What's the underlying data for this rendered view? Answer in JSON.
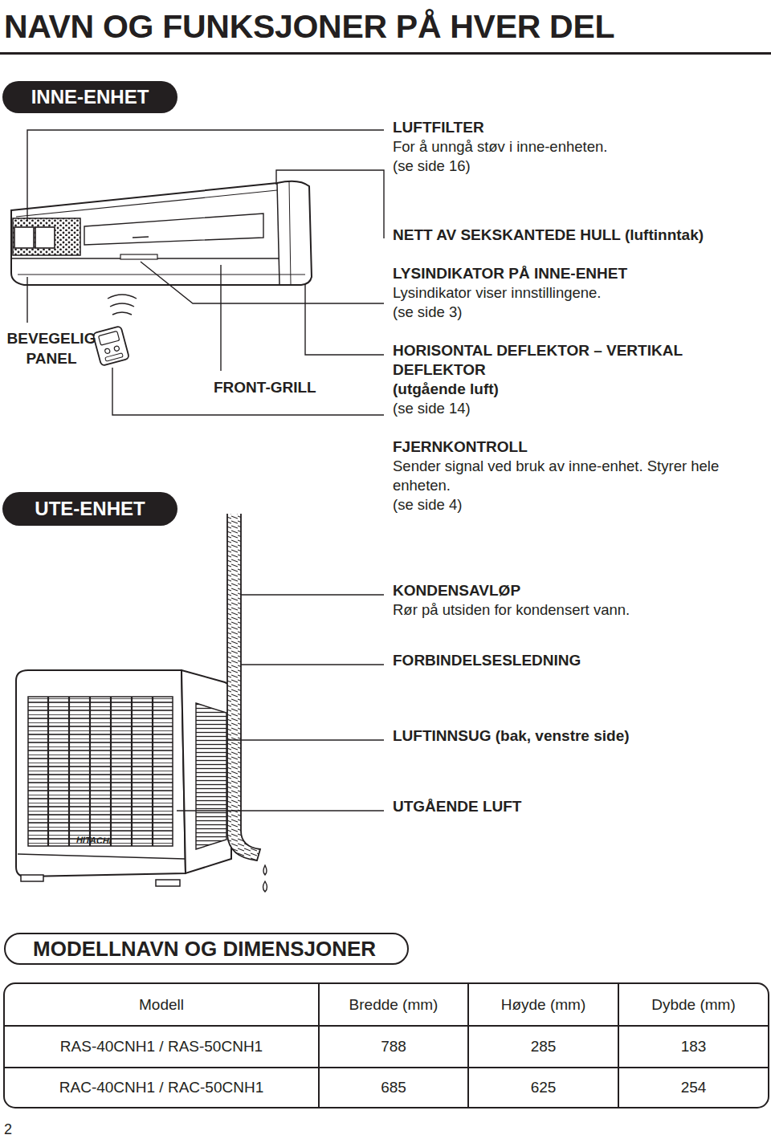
{
  "diagram": {
    "title": "NAVN OG FUNKSJONER PÅ HVER DEL",
    "nodes": [
      {
        "text": [
          "INNE-ENHET"
        ]
      },
      {
        "text": [
          "UTE-ENHET"
        ]
      },
      {
        "text": [
          "MODELLNAVN OG DIMENSJONER"
        ]
      }
    ],
    "labels": [
      "LUFTFILTER",
      "For å unngå støv i inne-enheten.",
      "(se side 16)",
      "NETT AV SEKSKANTEDE HULL (luftinntak)",
      "LYSINDIKATOR PÅ INNE-ENHET",
      "Lysindikator viser innstillingene.",
      "(se side 3)",
      "HORISONTAL DEFLEKTOR – VERTIKAL DEFLEKTOR",
      "(utgående luft)",
      "(se side 14)",
      "FJERNKONTROLL",
      "Sender signal ved bruk av inne-enhet. Styrer hele enheten.",
      "(se side 4)",
      "KONDENSAVLØP",
      "Rør på utsiden for kondensert vann.",
      "FORBINDELSESLEDNING",
      "LUFTINNSUG (bak, venstre side)",
      "UTGÅENDE LUFT",
      "BEVEGELIG PANEL",
      "FRONT-GRILL",
      "HITACHI",
      "Modell",
      "Bredde (mm)",
      "Høyde (mm)",
      "Dybde (mm)",
      "RAS-40CNH1 / RAS-50CNH1",
      "788",
      "285",
      "183",
      "RAC-40CNH1 / RAC-50CNH1",
      "685",
      "625",
      "254",
      "2"
    ]
  }
}
